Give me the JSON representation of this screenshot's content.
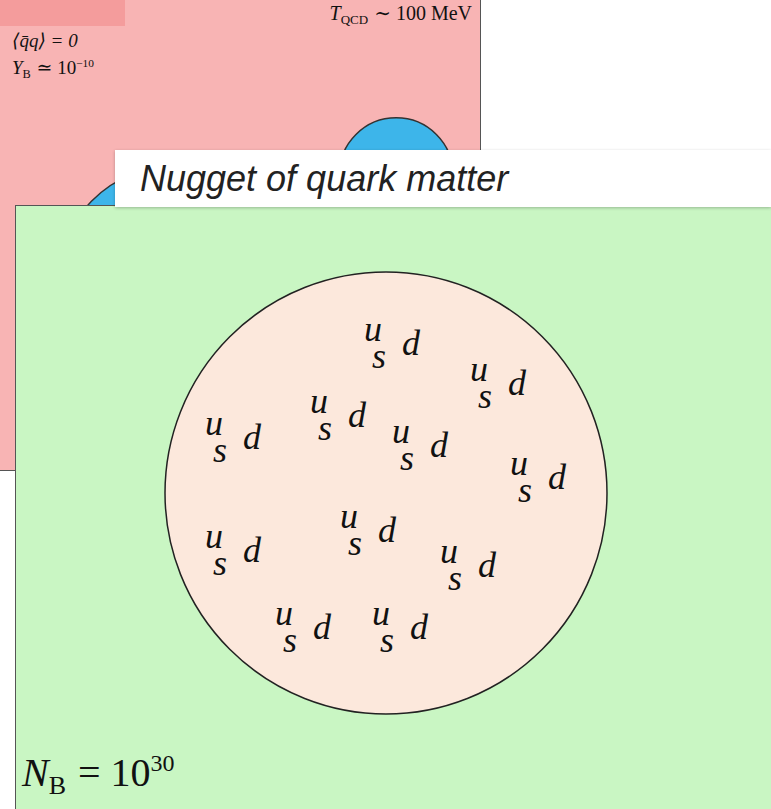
{
  "diagram": {
    "nodes": [
      {
        "text": [
          "T",
          "QCD",
          "∼ 100 MeV",
          "⟨q̄q⟩ = 0",
          "Y",
          "B",
          "≃ 10",
          "−10"
        ]
      },
      {
        "text": [
          "Nugget of quark matter"
        ]
      },
      {
        "text": [
          "N",
          "B",
          "= 10",
          "30"
        ]
      },
      {
        "text": [
          "u",
          "s",
          "d",
          "u",
          "s",
          "d",
          "u",
          "s",
          "d",
          "u",
          "s",
          "d",
          "u",
          "s",
          "d",
          "u",
          "s",
          "d",
          "u",
          "s",
          "d",
          "u",
          "s",
          "d",
          "u",
          "s",
          "d",
          "u",
          "s",
          "d",
          "u",
          "s",
          "d"
        ],
        "in": 2
      }
    ]
  }
}
